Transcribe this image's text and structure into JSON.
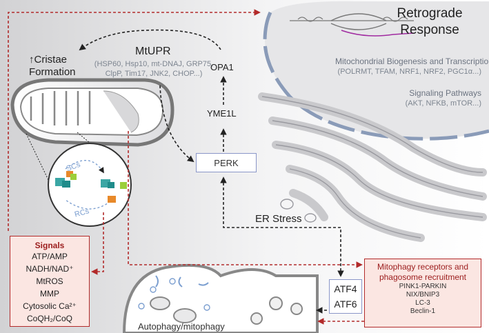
{
  "retrograde": {
    "title_line1": "Retrograde",
    "title_line2": "Response",
    "biogenesis_title": "Mitochondrial  Biogenesis and Transcription",
    "biogenesis_items": "(POLRMT, TFAM, NRF1, NRF2, PGC1α...)",
    "signaling_title": "Signaling Pathways",
    "signaling_items": "(AKT, NFKB, mTOR...)"
  },
  "mtupr": {
    "title": "MtUPR",
    "items": "(HSP60, Hsp10, mt-DNAJ, GRP75, ClpP, Tim17, JNK2, CHOP...)"
  },
  "cristae": {
    "label": "↑Cristae Formation"
  },
  "opa1": {
    "label": "OPA1"
  },
  "yme1l": {
    "label": "YME1L"
  },
  "perk": {
    "label": "PERK"
  },
  "er_stress": {
    "label": "ER Stress"
  },
  "atf": {
    "line1": "ATF4",
    "line2": "ATF6"
  },
  "supercomplex": {
    "scs": "SCs",
    "rcs": "RCs"
  },
  "signals": {
    "title": "Signals",
    "lines": [
      "ATP/AMP",
      "NADH/NAD⁺",
      "MtROS",
      "MMP",
      "Cytosolic Ca²⁺",
      "CoQH₂/CoQ"
    ]
  },
  "mitophagy": {
    "title": "Mitophagy receptors and phagosome recruitment",
    "lines": [
      "PINK1-PARKIN",
      "NIX/BNIP3",
      "LC-3",
      "Beclin-1"
    ]
  },
  "autophagy": {
    "label": "Autophagy/mitophagy"
  },
  "colors": {
    "signal_arrow": "#b22a2a",
    "box_fill": "#fbe6e2",
    "nucleus": "#e4e4e6",
    "nucleus_border": "#8a9bb8",
    "er_stroke": "#c9c9cc"
  }
}
